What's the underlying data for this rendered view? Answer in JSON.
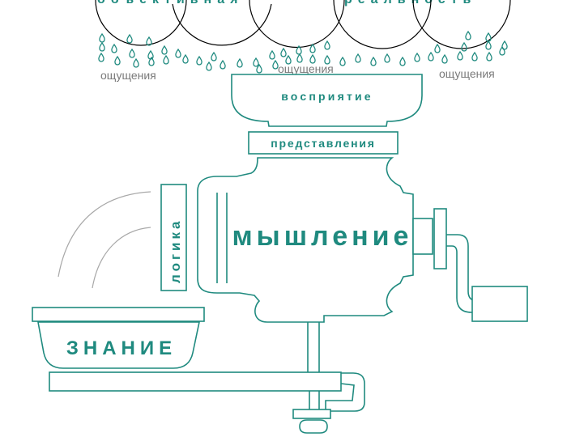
{
  "top_text_left": "объективная",
  "top_text_right": "реальность",
  "sensation_label": "ощущения",
  "funnel_label": "восприятие",
  "neck_label": "представления",
  "logic_label": "логика",
  "main_label": "мышление",
  "bowl_label": "ЗНАНИЕ",
  "colors": {
    "accent": "#1f8a7f",
    "guide_line": "#a8a8a8",
    "label_grey": "#7a7a7a"
  }
}
